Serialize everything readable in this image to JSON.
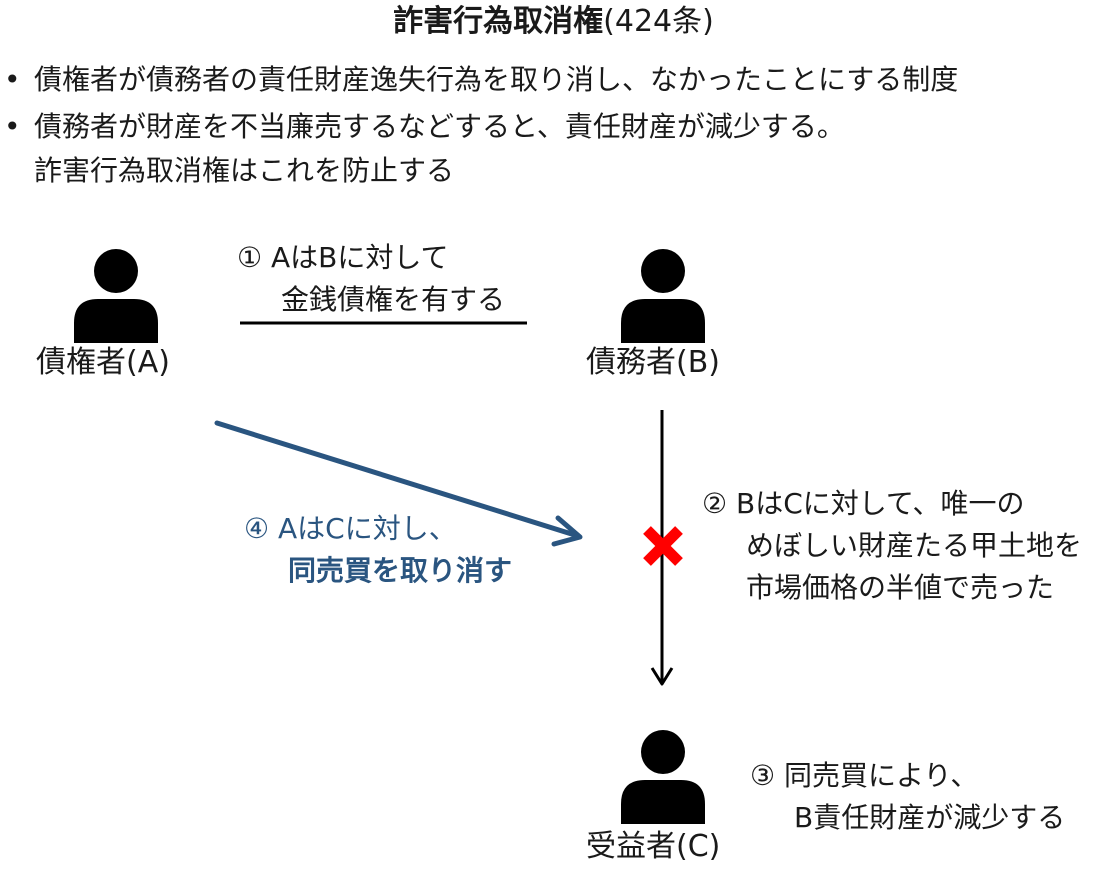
{
  "title": {
    "main": "詐害行為取消権",
    "article": "(424条)"
  },
  "bullets": [
    {
      "lines": [
        "債権者が債務者の責任財産逸失行為を取り消し、なかったことにする制度"
      ]
    },
    {
      "lines": [
        "債務者が財産を不当廉売するなどすると、責任財産が減少する。",
        "詐害行為取消権はこれを防止する"
      ]
    }
  ],
  "actors": {
    "a": {
      "label": "債権者(A)",
      "icon": "person-icon"
    },
    "b": {
      "label": "債務者(B)",
      "icon": "person-icon"
    },
    "c": {
      "label": "受益者(C)",
      "icon": "person-icon"
    }
  },
  "steps": {
    "s1": {
      "line1": "① AはBに対して",
      "line2": "金銭債権を有する"
    },
    "s2": {
      "line1": "② BはCに対して、唯一の",
      "line2": "めぼしい財産たる甲土地を",
      "line3": "市場価格の半値で売った"
    },
    "s3": {
      "line1": "③ 同売買により、",
      "line2": "B責任財産が減少する"
    },
    "s4": {
      "line1": "④ AはCに対し、",
      "line2": "同売買を取り消す"
    }
  },
  "colors": {
    "text": "#1a1a1a",
    "accent_blue": "#2a5580",
    "cross_red": "#ff0000"
  },
  "icons": {
    "cross": "x-mark-icon",
    "arrow": "arrow-icon"
  }
}
